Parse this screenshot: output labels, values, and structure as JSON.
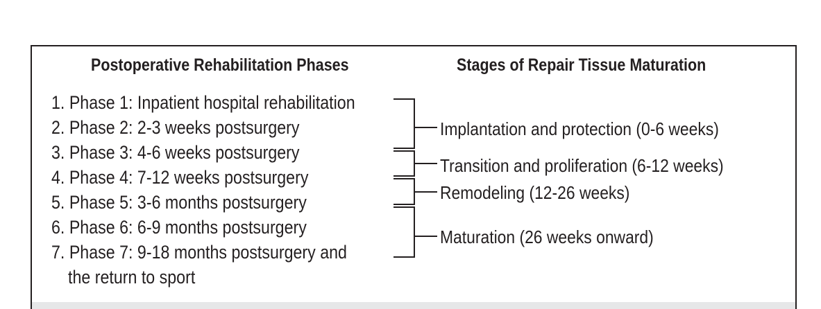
{
  "headings": {
    "phases": "Postoperative Rehabilitation Phases",
    "stages": "Stages of Repair Tissue Maturation"
  },
  "phases": [
    "1. Phase 1: Inpatient hospital rehabilitation",
    "2. Phase 2: 2-3 weeks postsurgery",
    "3. Phase 3: 4-6 weeks postsurgery",
    "4. Phase 4: 7-12 weeks postsurgery",
    "5. Phase 5: 3-6 months postsurgery",
    "6. Phase 6: 6-9 months postsurgery",
    "7. Phase 7: 9-18 months postsurgery and"
  ],
  "phase7_continuation": "the return to sport",
  "stages": [
    "Implantation and protection (0-6 weeks)",
    "Transition and proliferation (6-12 weeks)",
    "Remodeling (12-26 weeks)",
    "Maturation (26 weeks onward)"
  ],
  "colors": {
    "text": "#231f20",
    "footer_band": "#e6e7e8"
  }
}
